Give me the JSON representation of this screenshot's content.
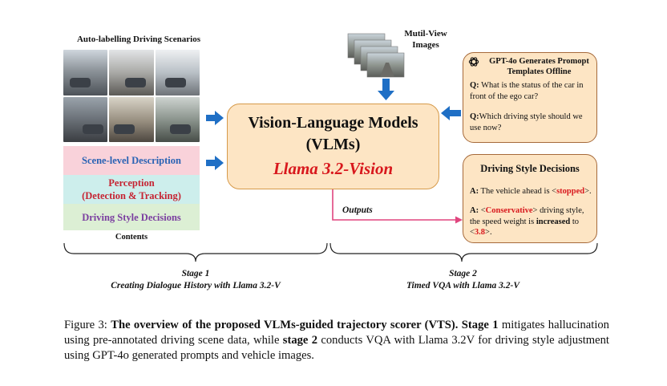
{
  "left": {
    "auto_label_title": "Auto-labelling Driving Scenarios",
    "contents": {
      "scene": "Scene-level Description",
      "perception_line1": "Perception",
      "perception_line2": "(Detection & Tracking)",
      "driving": "Driving Style Decisions"
    },
    "contents_label": "Contents"
  },
  "center": {
    "line1": "Vision-Language Models",
    "line2": "(VLMs)",
    "line3": "Llama 3.2-Vision",
    "multiview_label_line1": "Mutil-View",
    "multiview_label_line2": "Images",
    "outputs_label": "Outputs"
  },
  "gpt": {
    "title_line1": "GPT-4o Generates Promopt",
    "title_line2": "Templates Offline",
    "q1_prefix": "Q:",
    "q1_text": " What is the status of the car in front of the ego car?",
    "q2_prefix": "Q:",
    "q2_text": "Which driving style should we use now?"
  },
  "decisions": {
    "title": "Driving Style Decisions",
    "a1_prefix": "A:",
    "a1_pre": " The vehicle ahead is <",
    "a1_value": "stopped",
    "a1_post": ">.",
    "a2_prefix": "A:",
    "a2_pre": " <",
    "a2_value": "Conservative",
    "a2_mid": "> driving style, the speed weight is ",
    "a2_bold": "increased",
    "a2_mid2": " to <",
    "a2_num": "3.8",
    "a2_post": ">."
  },
  "stages": {
    "stage1_title": "Stage 1",
    "stage1_sub": "Creating Dialogue History with Llama 3.2-V",
    "stage2_title": "Stage 2",
    "stage2_sub": "Timed VQA with Llama 3.2-V"
  },
  "caption": {
    "prefix": "Figure 3: ",
    "bold1": "The overview of the proposed VLMs-guided trajectory scorer (VTS). Stage 1",
    "text1": " mitigates hallucination using pre-annotated driving scene data, while ",
    "bold2": "stage 2",
    "text2": " conducts VQA with Llama 3.2V for driving style adjustment using GPT-4o generated prompts and vehicle images."
  },
  "colors": {
    "box_fill": "#fde5c4",
    "arrow_blue": "#1f6fc5",
    "outputs_arrow": "#e0457e",
    "accent_red": "#d8181d"
  }
}
